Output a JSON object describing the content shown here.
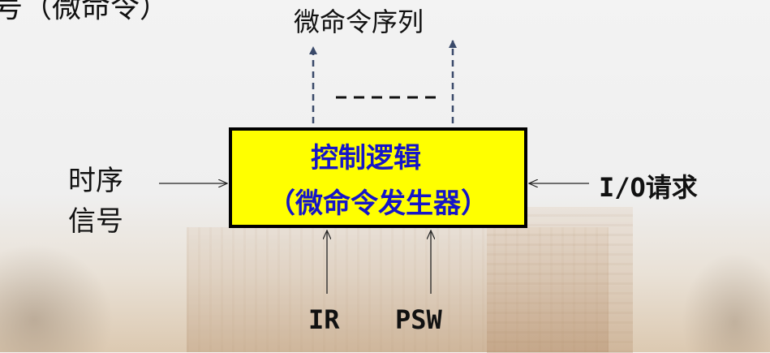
{
  "cut_title": "号（微命令）",
  "output_label": "微命令序列",
  "control_box": {
    "line1": "控制逻辑",
    "line2": "（微命令发生器）"
  },
  "inputs": {
    "left_line1": "时序",
    "left_line2": "信号",
    "right": "I/O请求",
    "bottom_ir": "IR",
    "bottom_psw": "PSW"
  },
  "colors": {
    "box_fill": "#ffff00",
    "box_text": "#1515c8",
    "dashed_arrow": "#3a4a6a"
  }
}
